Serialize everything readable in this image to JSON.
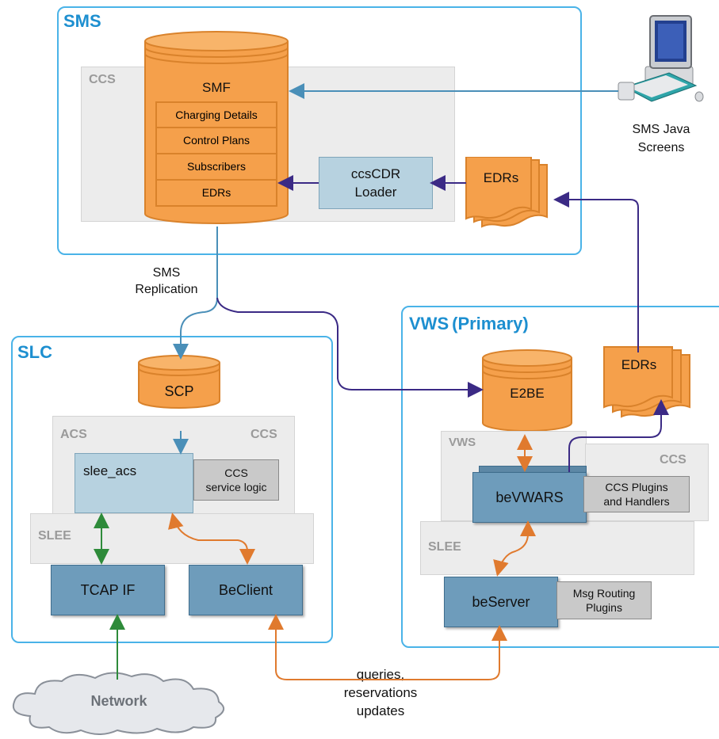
{
  "regions": {
    "sms": {
      "title": "SMS"
    },
    "slc": {
      "title": "SLC"
    },
    "vws": {
      "title": "VWS",
      "subtitle": "(Primary)"
    }
  },
  "sms": {
    "ccs_label": "CCS",
    "smf": {
      "title": "SMF",
      "rows": [
        "Charging Details",
        "Control Plans",
        "Subscribers",
        "EDRs"
      ]
    },
    "loader": {
      "line1": "ccsCDR",
      "line2": "Loader"
    },
    "edrs": "EDRs"
  },
  "workstation": {
    "line1": "SMS Java",
    "line2": "Screens"
  },
  "replication": {
    "line1": "SMS",
    "line2": "Replication"
  },
  "slc": {
    "scp": "SCP",
    "acs_label": "ACS",
    "ccs_label": "CCS",
    "slee_acs": "slee_acs",
    "ccs_logic": {
      "line1": "CCS",
      "line2": "service logic"
    },
    "slee_label": "SLEE",
    "tcap": "TCAP IF",
    "beclient": "BeClient"
  },
  "vws": {
    "e2be": "E2BE",
    "edrs": "EDRs",
    "vws_label": "VWS",
    "ccs_label": "CCS",
    "bevwars": "beVWARS",
    "plugins": {
      "line1": "CCS Plugins",
      "line2": "and Handlers"
    },
    "slee_label": "SLEE",
    "beserver": "beServer",
    "routing": {
      "line1": "Msg Routing",
      "line2": "Plugins"
    }
  },
  "network": "Network",
  "queries": {
    "line1": "queries,",
    "line2": "reservations",
    "line3": "updates"
  },
  "colors": {
    "region_border": "#4ab3e8",
    "db_orange": "#f5a04b",
    "arrow_blue": "#4a8fb8",
    "arrow_purple": "#3b2a85",
    "arrow_orange": "#e07a2e",
    "arrow_green": "#2e8b3a"
  }
}
